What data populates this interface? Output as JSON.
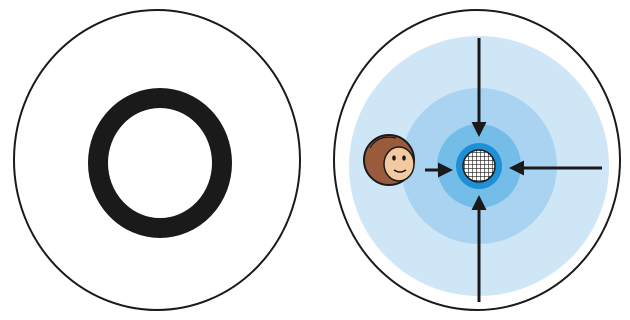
{
  "colors": {
    "background": "#ffffff",
    "outline": "#1a1a1a",
    "ring": "#1a1a1a",
    "field_outer": "#cfe6f7",
    "field_mid": "#a9d3f1",
    "field_inner": "#74bde9",
    "core_halo": "#1e90d6",
    "arrow": "#1a1a1a",
    "skin": "#f2c9a0",
    "hair": "#9a5a3c"
  },
  "panels": {
    "left": {
      "description_icon": "ring-icon"
    },
    "right": {
      "description_icon": "concentric-field-icon",
      "target_icon": "mesh-grid-icon",
      "observer_icon": "monkey-head-icon",
      "arrows": [
        {
          "name": "arrow-from-top",
          "direction": "down"
        },
        {
          "name": "arrow-from-right",
          "direction": "left"
        },
        {
          "name": "arrow-from-bottom",
          "direction": "up"
        },
        {
          "name": "arrow-from-observer",
          "direction": "right"
        }
      ]
    }
  }
}
